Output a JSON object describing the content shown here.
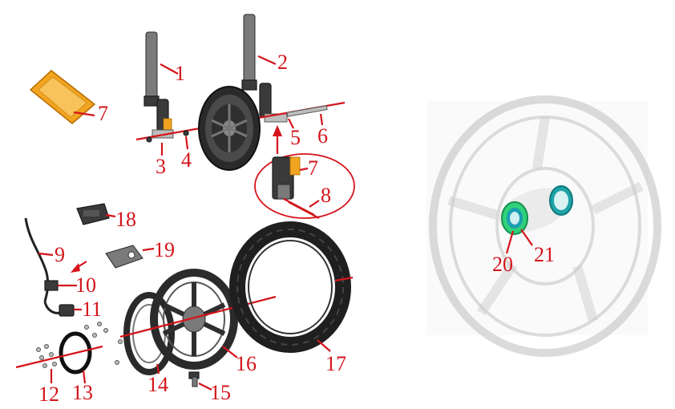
{
  "callouts": {
    "c1": "1",
    "c2": "2",
    "c3": "3",
    "c4": "4",
    "c5": "5",
    "c6": "6",
    "c7a": "7",
    "c7b": "7",
    "c8": "8",
    "c9": "9",
    "c10": "10",
    "c11": "11",
    "c12": "12",
    "c13": "13",
    "c14": "14",
    "c15": "15",
    "c16": "16",
    "c17": "17",
    "c18": "18",
    "c19": "19",
    "c20": "20",
    "c21": "21"
  },
  "colors": {
    "callout": "#d4141b",
    "reflector": "#f0a420",
    "bearing": "#2fd27a"
  },
  "icons": {
    "reflector": "reflector-icon",
    "fork": "fork-leg-icon",
    "wheel": "wheel-icon",
    "tire": "tire-icon"
  }
}
